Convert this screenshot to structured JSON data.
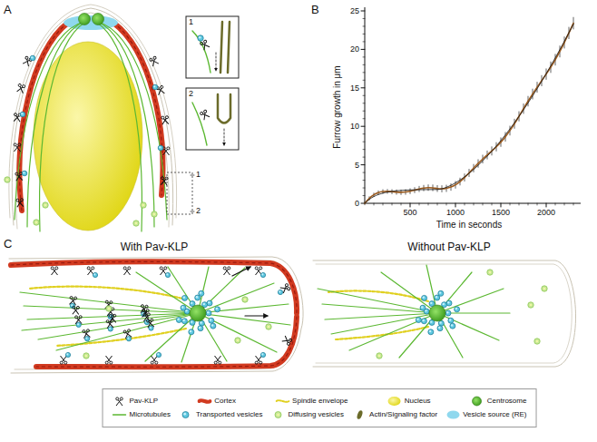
{
  "diagram": {
    "labels": [
      "A",
      "1",
      "2",
      "1",
      "2",
      "B",
      "0",
      "5",
      "10",
      "15",
      "20",
      "25",
      "500",
      "1000",
      "1500",
      "2000",
      "Furrow growth in μm",
      "Time in seconds",
      "C",
      "With Pav-KLP",
      "Without Pav-KLP"
    ],
    "legend": [
      {
        "text": "Pav-KLP"
      },
      {
        "text": "Cortex"
      },
      {
        "text": "Spindle envelope"
      },
      {
        "text": "Nucleus"
      },
      {
        "text": "Centrosome"
      },
      {
        "text": "Microtubules"
      },
      {
        "text": "Transported vesicles"
      },
      {
        "text": "Diffusing vesicles"
      },
      {
        "text": "Actin/Signaling factor"
      },
      {
        "text": "Vesicle source (RE)"
      }
    ]
  }
}
